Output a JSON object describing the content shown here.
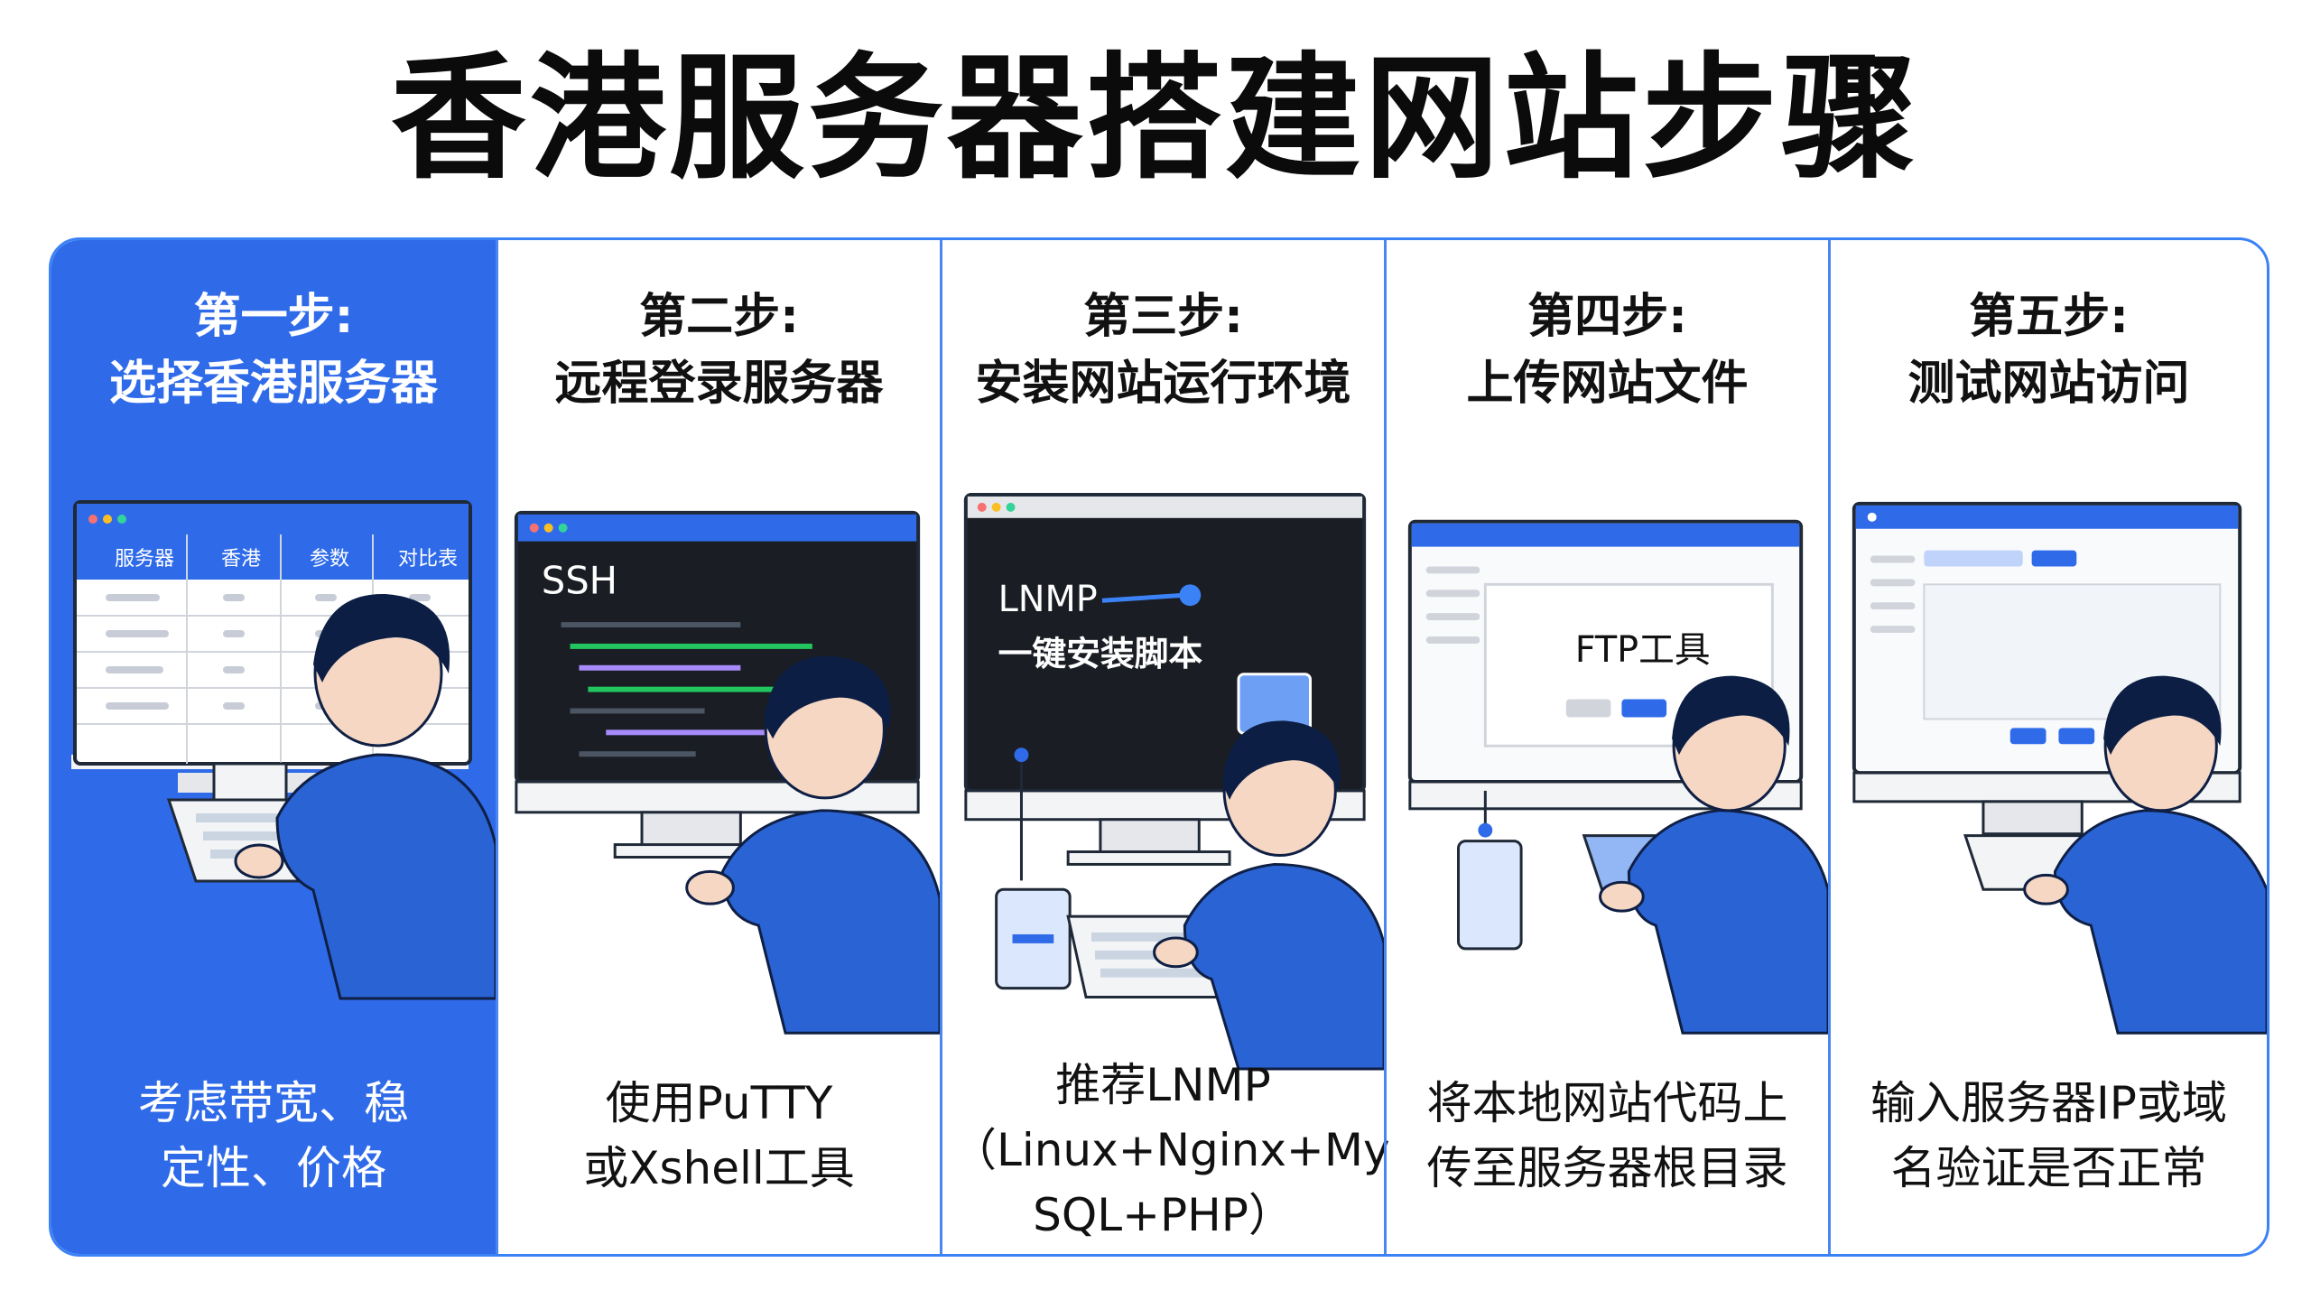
{
  "title": "香港服务器搭建网站步骤",
  "colors": {
    "accent": "#2f6be9",
    "border": "#3b82f6",
    "figure": "#2a63d4",
    "hair": "#0c1e44"
  },
  "steps": [
    {
      "step_label": "第一步:",
      "step_title": "选择香港服务器",
      "desc_lines": [
        "考虑带宽、稳",
        "定性、价格"
      ],
      "table_headers": [
        "服务器",
        "香港",
        "参数",
        "对比表"
      ],
      "illustration": "comparison-table-monitor"
    },
    {
      "step_label": "第二步:",
      "step_title": "远程登录服务器",
      "desc_lines": [
        "使用PuTTY",
        "或Xshell工具"
      ],
      "screen_text": "SSH",
      "illustration": "ssh-terminal-monitor"
    },
    {
      "step_label": "第三步:",
      "step_title": "安装网站运行环境",
      "desc_lines": [
        "推荐LNMP",
        "（Linux+Nginx+My",
        "SQL+PHP）"
      ],
      "screen_text": "LNMP",
      "screen_text_2": "一键安装脚本",
      "illustration": "lnmp-install-monitor"
    },
    {
      "step_label": "第四步:",
      "step_title": "上传网站文件",
      "desc_lines": [
        "将本地网站代码上",
        "传至服务器根目录"
      ],
      "screen_text": "FTP工具",
      "illustration": "ftp-upload-monitor"
    },
    {
      "step_label": "第五步:",
      "step_title": "测试网站访问",
      "desc_lines": [
        "输入服务器IP或域",
        "名验证是否正常"
      ],
      "illustration": "browser-test-monitor"
    }
  ]
}
